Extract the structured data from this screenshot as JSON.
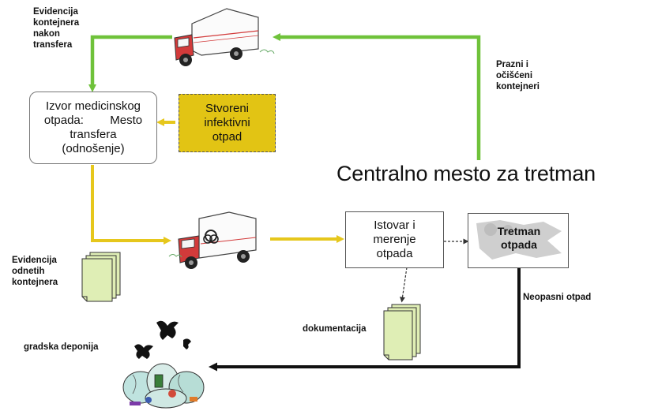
{
  "labels": {
    "evidencija_transfer": [
      "Evidencija",
      "kontejnera",
      "nakon",
      "transfera"
    ],
    "prazni": [
      "Prazni i",
      "očišćeni",
      "kontejneri"
    ],
    "evidencija_odnetih": [
      "Evidencija",
      "odnetih",
      "kontejnera"
    ],
    "dokumentacija": "dokumentacija",
    "gradska_deponija": "gradska deponija",
    "neopasni": "Neopasni otpad"
  },
  "nodes": {
    "izvor": [
      "Izvor medicinskog",
      "otpada:        Mesto",
      "transfera",
      "(odnošenje)"
    ],
    "stvoreni": [
      "Stvoreni",
      "infektivni",
      "otpad"
    ],
    "istovar": [
      "Istovar i",
      "merenje",
      "otpada"
    ],
    "tretman": [
      "Tretman",
      "otpada"
    ]
  },
  "title": "Centralno mesto za tretman",
  "colors": {
    "green_arrow": "#6fc23a",
    "yellow_arrow": "#e6c71c",
    "yellow_box": "#e2c414",
    "black_arrow": "#111111",
    "truck_red": "#d23a3a",
    "document_green": "#dfeeb5"
  },
  "icons": [
    "truck-icon",
    "biohazard-truck-icon",
    "document-stack-icon",
    "garbage-pile-icon"
  ]
}
